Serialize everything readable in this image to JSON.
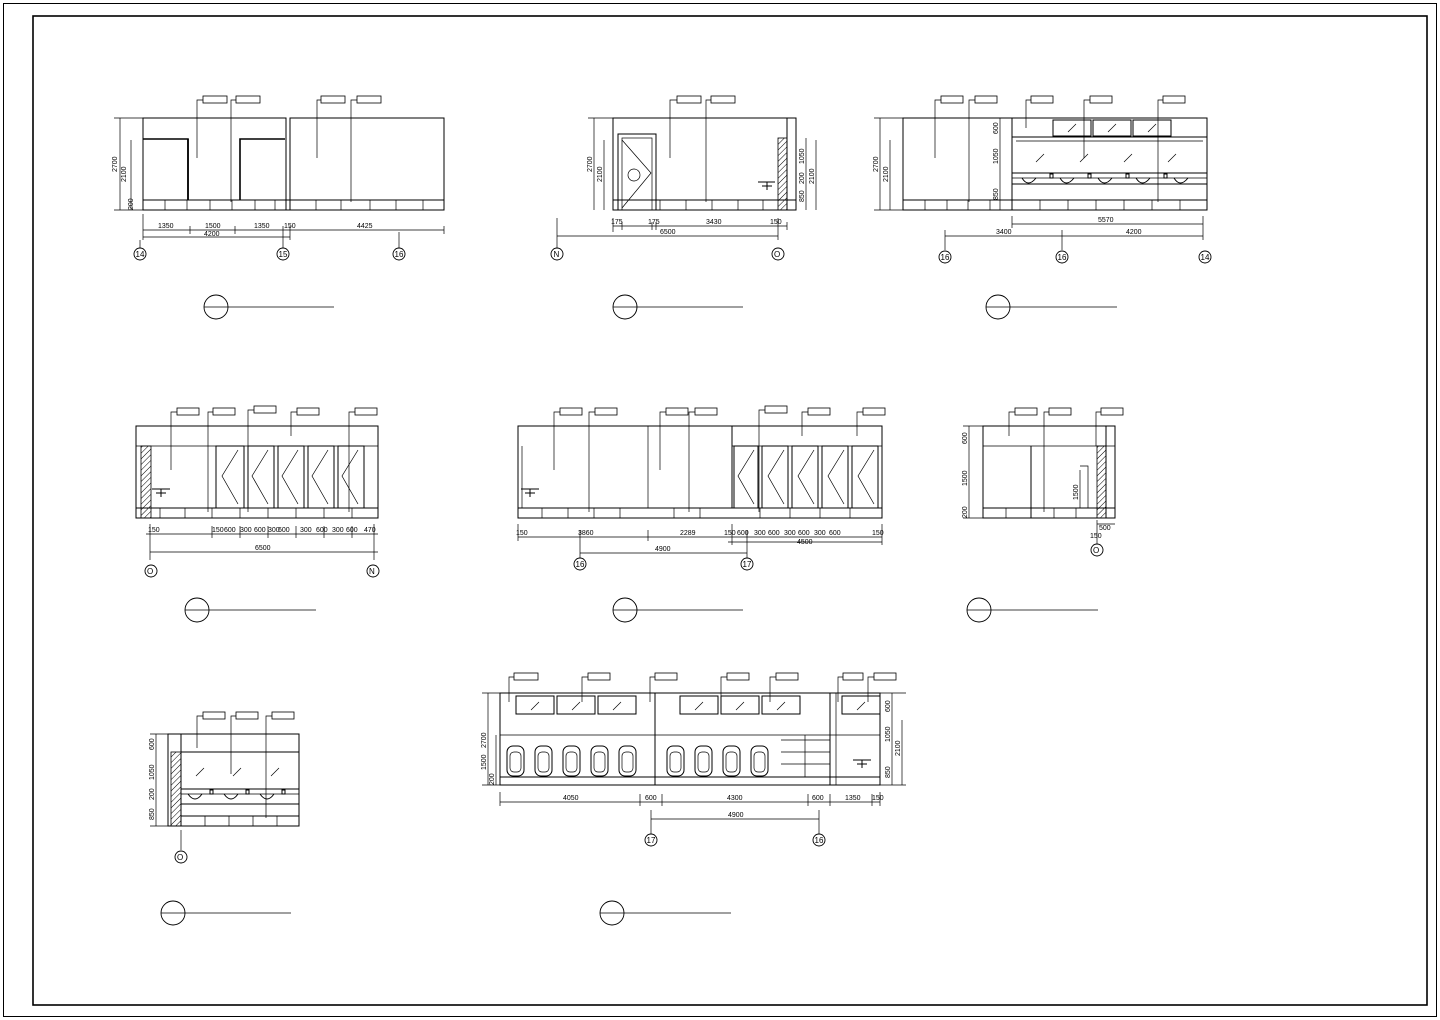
{
  "drawing": {
    "elevation_a": {
      "dims_upper": [
        "1350",
        "1500",
        "1350",
        "150",
        "4425"
      ],
      "dims_lower": [
        "4200"
      ],
      "height_dims": [
        "2700",
        "2100",
        "200"
      ],
      "grids": [
        "14",
        "15",
        "16"
      ]
    },
    "elevation_b": {
      "dims_upper": [
        "175",
        "175",
        "3430",
        "150"
      ],
      "dims_lower": [
        "6500"
      ],
      "height_dims_left": [
        "2700",
        "2100"
      ],
      "height_dims_right": [
        "1050",
        "200",
        "850",
        "2100"
      ],
      "grids": [
        "N",
        "O"
      ]
    },
    "elevation_c": {
      "dims_upper": [
        "5570"
      ],
      "dims_lower": [
        "3400",
        "4200"
      ],
      "height_dims_left": [
        "2700",
        "2100"
      ],
      "height_dims_mid": [
        "600",
        "1050",
        "850"
      ],
      "grids": [
        "16",
        "16",
        "14"
      ]
    },
    "elevation_d": {
      "dims_upper": [
        "150",
        "150",
        "600",
        "300",
        "600",
        "300",
        "600",
        "300",
        "600",
        "300",
        "600",
        "470"
      ],
      "dims_lower": [
        "6500"
      ],
      "grids": [
        "O",
        "N"
      ]
    },
    "elevation_e": {
      "dims_upper": [
        "150",
        "3860",
        "2289",
        "150",
        "600",
        "300",
        "600",
        "300",
        "600",
        "300",
        "600",
        "150"
      ],
      "dims_mid": [
        "4900"
      ],
      "dims_lower": [
        "4500"
      ],
      "grids": [
        "16",
        "17"
      ]
    },
    "elevation_f": {
      "height_dims": [
        "600",
        "1500",
        "200"
      ],
      "inner_dim": "1500",
      "dims_lower": [
        "500",
        "150"
      ],
      "grids": [
        "O"
      ]
    },
    "elevation_g": {
      "height_dims": [
        "600",
        "1050",
        "200",
        "850"
      ],
      "grids": [
        "O"
      ]
    },
    "elevation_h": {
      "dims_upper": [
        "4050",
        "600",
        "4300",
        "600",
        "1350",
        "150"
      ],
      "dims_lower": [
        "4900"
      ],
      "height_dims_left": [
        "2700",
        "1500",
        "200"
      ],
      "height_dims_right": [
        "600",
        "1050",
        "850",
        "2100"
      ],
      "grids": [
        "17",
        "16"
      ]
    }
  }
}
